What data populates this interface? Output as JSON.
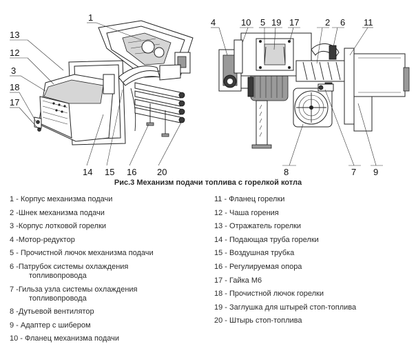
{
  "diagram": {
    "caption": "Рис.3 Механизм подачи топлива с горелкой котла",
    "callouts_left_view": [
      "1",
      "13",
      "12",
      "3",
      "18",
      "17",
      "14",
      "15",
      "16",
      "20"
    ],
    "callouts_right_view": [
      "4",
      "10",
      "5",
      "19",
      "17",
      "2",
      "6",
      "11",
      "8",
      "7",
      "9"
    ]
  },
  "legend": {
    "left": [
      {
        "line1": "1 - Корпус механизма подачи"
      },
      {
        "line1": "2 -Шнек механизма подачи"
      },
      {
        "line1": "3 -Корпус лотковой горелки"
      },
      {
        "line1": "4 -Мотор-редуктор"
      },
      {
        "line1": "5 - Прочистной лючок механизма подачи"
      },
      {
        "line1": "6 -Патрубок системы охлаждения",
        "line2": "топливопровода"
      },
      {
        "line1": "7 -Гильза узла системы охлаждения",
        "line2": "топливопровода"
      },
      {
        "line1": "8 -Дутьевой вентилятор"
      },
      {
        "line1": "9 - Адаптер с шибером"
      },
      {
        "line1": "10 - Фланец механизма подачи"
      }
    ],
    "right": [
      {
        "line1": "11 - Фланец горелки"
      },
      {
        "line1": "12 - Чаша горения"
      },
      {
        "line1": "13 - Отражатель горелки"
      },
      {
        "line1": "14 - Подающая труба горелки"
      },
      {
        "line1": "15 - Воздушная трубка"
      },
      {
        "line1": "16 - Регулируемая опора"
      },
      {
        "line1": "17 - Гайка М6"
      },
      {
        "line1": "18 - Прочистной лючок горелки"
      },
      {
        "line1": "19 - Заглушка для штырей стоп-топлива"
      },
      {
        "line1": "20 - Штырь стоп-топлива"
      }
    ]
  }
}
